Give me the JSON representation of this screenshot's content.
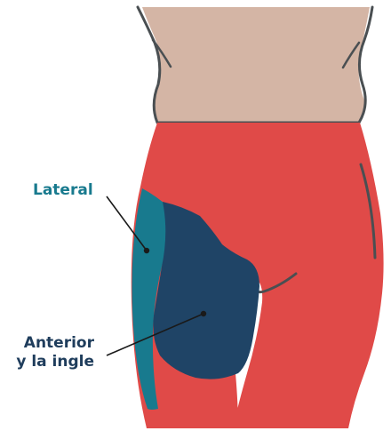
{
  "labels": {
    "lateral": "Lateral",
    "anterior_line1": "Anterior",
    "anterior_line2": "y la ingle"
  },
  "colors": {
    "skin": "#D4B5A5",
    "outline": "#4A4F52",
    "legs": "#E04A48",
    "lateral_zone": "#187A8E",
    "anterior_zone": "#1F4466",
    "lateral_text": "#187A8E",
    "anterior_text": "#1F3D5C",
    "leader_line": "#1A1A1A",
    "background": "#FFFFFF"
  }
}
